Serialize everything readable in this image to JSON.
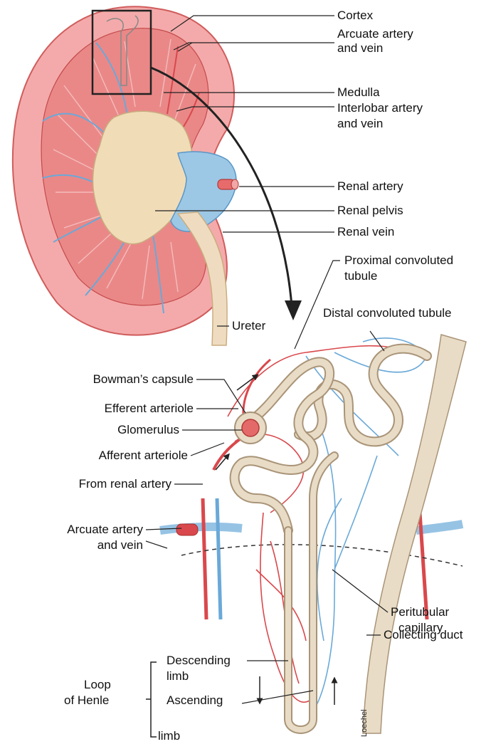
{
  "labels": {
    "cortex": "Cortex",
    "arcuate_top_1": "Arcuate artery",
    "arcuate_top_2": "and vein",
    "medulla": "Medulla",
    "interlobar_1": "Interlobar artery",
    "interlobar_2": "and vein",
    "renal_artery": "Renal artery",
    "renal_pelvis": "Renal pelvis",
    "renal_vein": "Renal vein",
    "ureter": "Ureter",
    "proximal_1": "Proximal convoluted",
    "proximal_2": "tubule",
    "distal": "Distal convoluted tubule",
    "bowmans": "Bowman’s capsule",
    "efferent": "Efferent arteriole",
    "glomerulus": "Glomerulus",
    "afferent": "Afferent arteriole",
    "from_renal": "From renal artery",
    "arcuate_bot_1": "Arcuate artery",
    "arcuate_bot_2": "and vein",
    "peritubular_1": "Peritubular",
    "peritubular_2": "capillary",
    "collecting": "Collecting duct",
    "descending_1": "Descending",
    "descending_2": "limb",
    "ascending_1": "Ascending",
    "ascending_2": "limb",
    "loop_1": "Loop",
    "loop_2": "of Henle"
  },
  "signature": "Loechel",
  "colors": {
    "kidney_fill": "#f2a6a6",
    "kidney_outline": "#d46a6a",
    "medulla_fill": "#e88080",
    "pelvis_fill": "#f1dcb8",
    "vein_blue": "#6aa9d8",
    "artery_red": "#d9484c",
    "tubule_fill": "#e9dcc6",
    "tubule_stroke": "#a99478"
  }
}
